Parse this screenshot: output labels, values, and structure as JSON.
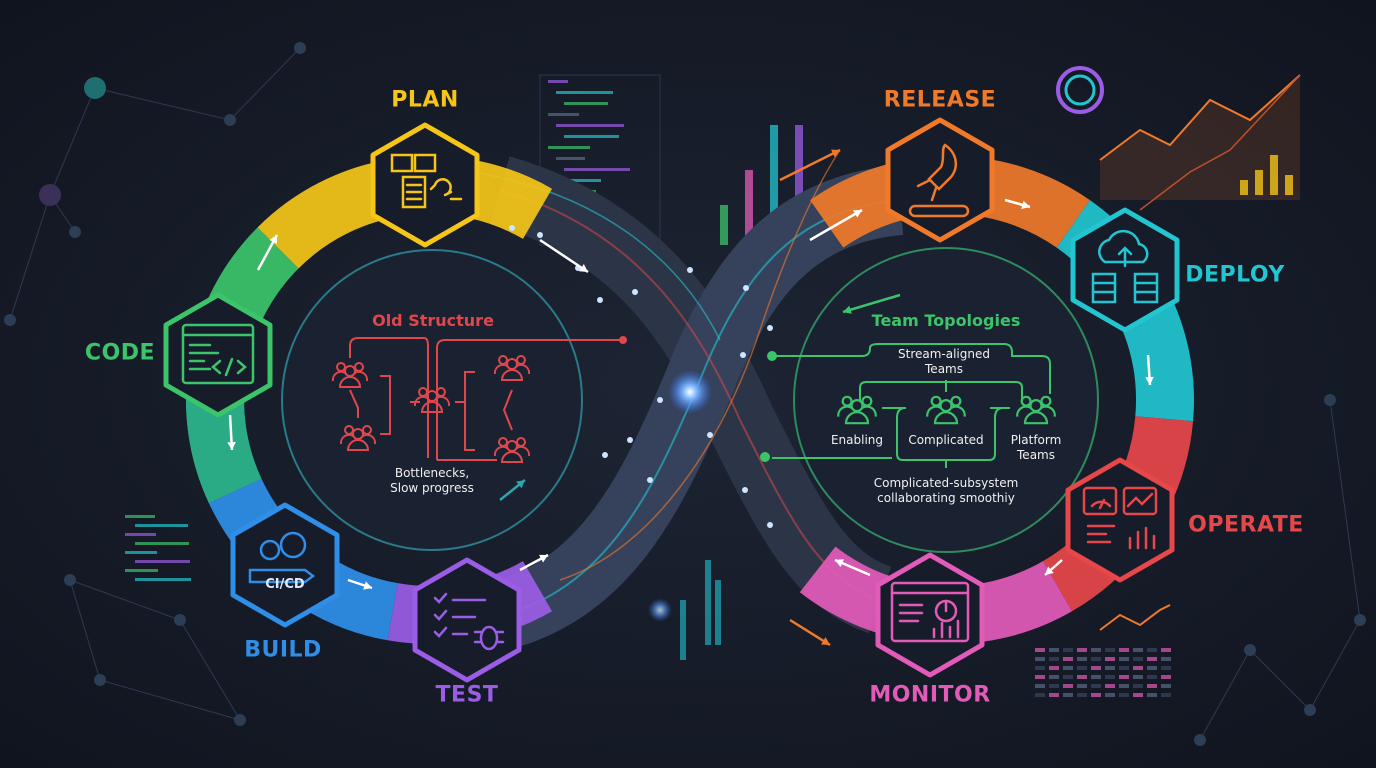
{
  "stages": [
    {
      "key": "plan",
      "label": "PLAN",
      "color": "#f5c518",
      "icon": "kanban-board-icon"
    },
    {
      "key": "code",
      "label": "CODE",
      "color": "#3cc46a",
      "icon": "code-editor-icon"
    },
    {
      "key": "build",
      "label": "BUILD",
      "color": "#2f8fe8",
      "icon": "gears-pipeline-icon",
      "icon_text": "CI/CD"
    },
    {
      "key": "test",
      "label": "TEST",
      "color": "#9b5de5",
      "icon": "checklist-bug-icon"
    },
    {
      "key": "release",
      "label": "RELEASE",
      "color": "#f07a2a",
      "icon": "rocket-icon"
    },
    {
      "key": "deploy",
      "label": "DEPLOY",
      "color": "#22c5d0",
      "icon": "cloud-servers-icon"
    },
    {
      "key": "operate",
      "label": "OPERATE",
      "color": "#e8474a",
      "icon": "dashboard-gauge-icon"
    },
    {
      "key": "monitor",
      "label": "MONITOR",
      "color": "#e35bb8",
      "icon": "monitor-chart-icon"
    }
  ],
  "old_structure": {
    "title": "Old Structure",
    "caption_line1": "Bottlenecks,",
    "caption_line2": "Slow progress",
    "color": "#e0474c"
  },
  "team_topologies": {
    "title": "Team Topologies",
    "stream_aligned_line1": "Stream-aligned",
    "stream_aligned_line2": "Teams",
    "enabling": "Enabling",
    "complicated": "Complicated",
    "platform_line1": "Platform",
    "platform_line2": "Teams",
    "caption_line1": "Complicated-subsystem",
    "caption_line2": "collaborating smoothiy",
    "color": "#3cc46a"
  }
}
